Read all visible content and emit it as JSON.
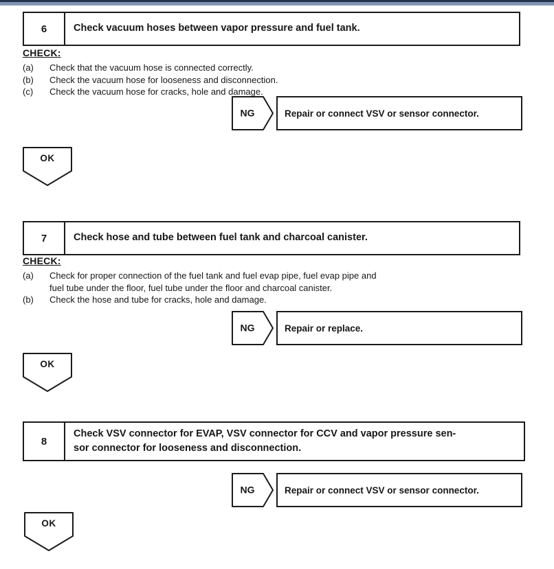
{
  "page": {
    "accent_bar_dark_color": "#22334f",
    "accent_bar_light_color": "#8296b4",
    "ink_color": "#1a1a1a"
  },
  "flow": {
    "ng_label": "NG",
    "ok_label": "OK",
    "check_heading": "CHECK:"
  },
  "steps": [
    {
      "number": "6",
      "title_lines": [
        "Check vacuum hoses between vapor pressure and fuel tank."
      ],
      "checks": [
        {
          "label": "(a)",
          "lines": [
            "Check that the vacuum hose is connected correctly."
          ]
        },
        {
          "label": "(b)",
          "lines": [
            "Check the vacuum hose for looseness and disconnection."
          ]
        },
        {
          "label": "(c)",
          "lines": [
            "Check the vacuum hose for cracks, hole and damage."
          ]
        }
      ],
      "ng_action": "Repair or connect VSV or sensor connector."
    },
    {
      "number": "7",
      "title_lines": [
        "Check hose and tube between fuel tank and charcoal canister."
      ],
      "checks": [
        {
          "label": "(a)",
          "lines": [
            "Check for proper connection of the fuel tank and fuel evap pipe, fuel evap pipe and",
            "fuel tube under the floor, fuel tube under the floor and charcoal canister."
          ]
        },
        {
          "label": "(b)",
          "lines": [
            "Check the hose and tube for cracks, hole and damage."
          ]
        }
      ],
      "ng_action": "Repair or replace."
    },
    {
      "number": "8",
      "title_lines": [
        "Check VSV connector for EVAP, VSV connector for CCV and vapor pressure sen-",
        "sor connector for looseness and disconnection."
      ],
      "checks": [],
      "ng_action": "Repair or connect VSV or sensor connector."
    }
  ]
}
